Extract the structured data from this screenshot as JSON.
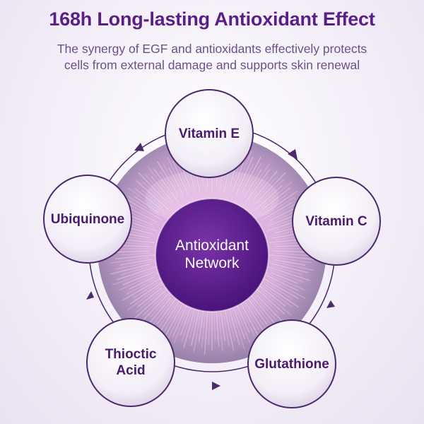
{
  "header": {
    "title": "168h Long-lasting Antioxidant Effect",
    "subtitle_line1": "The synergy of EGF and antioxidants effectively protects",
    "subtitle_line2": "cells from external damage and supports skin renewal"
  },
  "diagram": {
    "center": {
      "line1": "Antioxidant",
      "line2": "Network"
    },
    "nodes": [
      {
        "id": "vitamin-e",
        "line1": "Vitamin E",
        "line2": ""
      },
      {
        "id": "vitamin-c",
        "line1": "Vitamin C",
        "line2": ""
      },
      {
        "id": "glutathione",
        "line1": "Glutathione",
        "line2": ""
      },
      {
        "id": "thioctic-acid",
        "line1": "Thioctic",
        "line2": "Acid"
      },
      {
        "id": "ubiquinone",
        "line1": "Ubiquinone",
        "line2": ""
      }
    ]
  },
  "colors": {
    "title": "#5a1f86",
    "subtitle": "#6c5088",
    "node_text": "#4a1a6e",
    "center_fill": "#5b1d85",
    "ring": "#4a2a6a"
  }
}
